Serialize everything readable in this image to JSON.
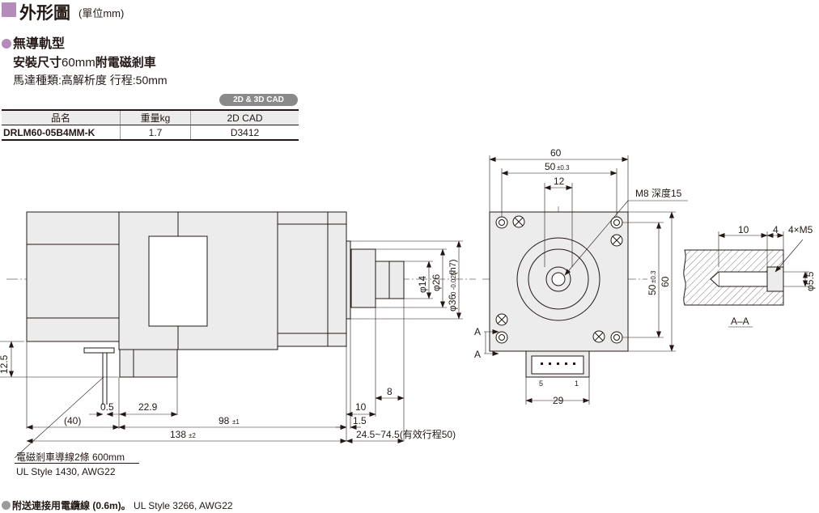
{
  "header": {
    "title": "外形圖",
    "unit": "(單位mm)"
  },
  "section": {
    "title": "無導軌型",
    "spec_line1_prefix": "安裝尺寸",
    "spec_line1_size": "60mm",
    "spec_line1_suffix": "附電磁剎車",
    "spec_line2": "馬達種類:高解析度 行程:50mm",
    "cad_badge": "2D & 3D CAD"
  },
  "table": {
    "headers": [
      "品名",
      "重量kg",
      "2D CAD"
    ],
    "rows": [
      [
        "DRLM60-05B4MM-K",
        "1.7",
        "D3412"
      ]
    ]
  },
  "side_view": {
    "dims": {
      "d12_5": "12.5",
      "d0_5": "0.5",
      "d22_9": "22.9",
      "d40": "(40)",
      "d98": "98",
      "d98_tol": "±1",
      "d138": "138",
      "d138_tol": "±2",
      "d10": "10",
      "d8": "8",
      "d1_5": "1.5",
      "stroke_range": "24.5~74.5(有效行程50)",
      "phi14": "φ14",
      "phi26": "φ26",
      "phi36": "φ36",
      "phi36_tol": "0\n-0.025",
      "phi36_fit": "(h7)"
    }
  },
  "front_view": {
    "dims": {
      "d60_top": "60",
      "d50_top": "50",
      "d50_tol": "±0.3",
      "d12": "12",
      "tap": "M8 深度15",
      "d50_right": "50",
      "d60_right": "60",
      "d29": "29",
      "section_a1": "A",
      "section_a2": "A",
      "pin5": "5",
      "pin1": "1"
    }
  },
  "section_view": {
    "dims": {
      "d10": "10",
      "d4": "4",
      "m5": "4×M5",
      "phi5_5": "φ5.5"
    },
    "label": "A–A"
  },
  "notes": {
    "brake_lead": "電磁剎車導線2條 600mm",
    "brake_lead_style": "UL Style 1430, AWG22",
    "connection_bullet": "附送連接用電纜線 (0.6m)。",
    "connection_style": "UL Style 3266, AWG22"
  },
  "colors": {
    "accent": "#b48cbc",
    "line": "#231815",
    "badge": "#8a8a8a"
  }
}
